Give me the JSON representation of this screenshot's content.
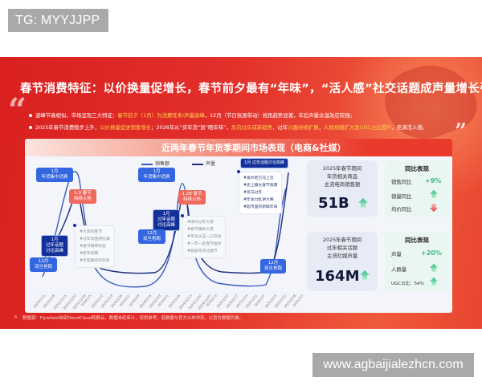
{
  "watermarks": {
    "top_left": "TG: MYYJJPP",
    "bottom_right": "www.agbaijialezhcn.com"
  },
  "slide": {
    "headline": "春节消费特征：以价换量促增长，春节前夕最有“年味”，“活人感”社交话题成声量增长引擎",
    "bullets": [
      {
        "prefix": "波峰节奏相似，市场呈现三大特征：",
        "highlight": "春节前夕（1月）为消费旺季/声量高峰",
        "suffix": "，12月（节日氛围带动）抢跑趋势显著，年后声量余温效应较强；"
      },
      {
        "prefix": "2025年春节消费稳步上升，",
        "highlight": "以价换量促进销售增长",
        "suffix": "；2026年从“买年货”到“晒年味”，",
        "highlight2": "反向过年成新趋势",
        "mid": "，过年",
        "highlight3": "兴趣持续扩展",
        "mid2": "，",
        "highlight4": "人群规模扩大及UGC占比提升",
        "end": "，充满活人感。"
      }
    ],
    "quote_open": "“",
    "quote_close": "”",
    "footer_page": "6",
    "footer_note": "数据源：Flywheel自研TrendCloud和数云，数据未经审计，仅供参考，若数据与官方公布冲突，以官方数据为准。"
  },
  "card": {
    "title": "近两年春节年货季期间市场表现（电商&社媒）",
    "legend": [
      {
        "label": "销售额",
        "color": "#3a5bbf"
      },
      {
        "label": "声量",
        "color": "#1c2c7a"
      }
    ],
    "tags": {
      "jan_goods_1": "1月\n年货集中消费",
      "jan_topic_1": "1月\n过年话题\n讨论高峰",
      "dec_1": "12月\n双旦抢跑",
      "event_1": "1.9 春节\n持续火热",
      "jan_goods_2": "1月\n年货集中消费",
      "jan_topic_2": "1月\n过年话题\n讨论高峰",
      "dec_2": "12月\n双旦抢跑",
      "event_2": "1.28 春节\n持续火热",
      "jan_topic_3": "1月 过年话题讨论高峰",
      "dec_3": "12月\n双旦抢跑"
    },
    "notes_2025": [
      "#大哥的春节",
      "#过年氛围感拉满",
      "#春节精神状态",
      "#新年如期",
      "#年度最好的年味"
    ],
    "notes_2026": [
      "#拼好过年大赏",
      "#春节爆款大赏",
      "#年味从这一口开始",
      "#一年一度春节由你",
      "#偷偷年货过春节"
    ],
    "notes_2027": [
      "#爱你老已马上见",
      "#史上最长春节假期",
      "#反向过年",
      "#年张力乱讲大赛",
      "#超市里的新鲜年味"
    ],
    "x_ticks": [
      "2023/12/1",
      "2023/12/8",
      "2023/12/15",
      "2023/12/22",
      "2023/12/29",
      "2024/1/5",
      "2024/1/12",
      "2024/1/19",
      "2024/1/26",
      "2024/2/2",
      "2024/2/9",
      "2024/2/16",
      "2024/2/23",
      "2024/3/1",
      "2024/12/6",
      "2024/12/13",
      "2024/12/20",
      "2024/12/27",
      "2025/1/3",
      "2025/1/10",
      "2025/1/17",
      "2025/1/24",
      "2025/1/31",
      "2025/2/7",
      "2025/2/14",
      "2025/2/21",
      "2025/2/28",
      "2025/3/7"
    ]
  },
  "stats": [
    {
      "label_lines": [
        "2025年春节期间",
        "年货相关商品",
        "主流电商销售额"
      ],
      "value": "51B",
      "arrow": "up",
      "comparison": {
        "title": "同比表现",
        "rows": [
          {
            "label": "销售同比",
            "value": "+9%",
            "indicator": "text"
          },
          {
            "label": "销量同比",
            "value": "",
            "indicator": "up"
          },
          {
            "label": "均价同比",
            "value": "",
            "indicator": "down"
          }
        ]
      }
    },
    {
      "label_lines": [
        "2025年春节期间",
        "过年相关话题",
        "主流社媒声量"
      ],
      "value": "164M",
      "arrow": "up",
      "comparison": {
        "title": "同比表现",
        "rows": [
          {
            "label": "声量",
            "value": "+20%",
            "indicator": "text"
          },
          {
            "label": "人群量",
            "value": "",
            "indicator": "up"
          },
          {
            "label": "UGC占比：54%",
            "value": "",
            "indicator": "up"
          }
        ]
      }
    }
  ],
  "colors": {
    "brand_red": "#e3302b",
    "highlight_yellow": "#ffd24a",
    "up_green": "#3dbb84",
    "down_red": "#e84a4a",
    "tag_blue": "#3366e0",
    "tag_navy": "#12309a"
  }
}
